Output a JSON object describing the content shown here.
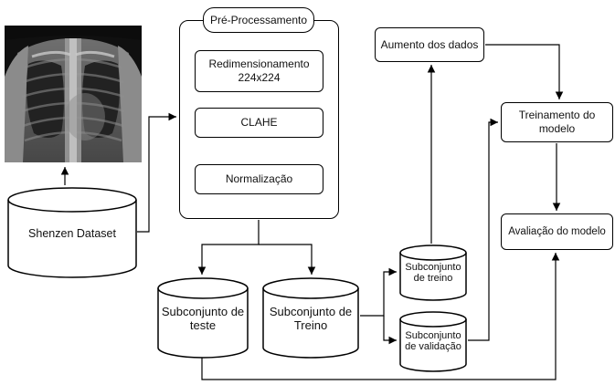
{
  "diagram": {
    "nodes": {
      "dataset": {
        "label": "Shenzen Dataset"
      },
      "preprocess": {
        "title": "Pré-Processamento",
        "steps": [
          {
            "label": "Redimensionamento 224x224"
          },
          {
            "label": "CLAHE"
          },
          {
            "label": "Normalização"
          }
        ]
      },
      "augmentation": {
        "label": "Aumento dos dados"
      },
      "training": {
        "label": "Treinamento do modelo"
      },
      "evaluation": {
        "label": "Avaliação do modelo"
      },
      "test_subset": {
        "label": "Subconjunto de teste"
      },
      "train_subset": {
        "label": "Subconjunto de Treino"
      },
      "train_subsubset": {
        "label": "Subconjunto de treino"
      },
      "validation_subset": {
        "label": "Subconjunto de validação"
      }
    },
    "xray_image": {
      "name": "chest-xray-thumbnail"
    },
    "colors": {
      "stroke": "#000000",
      "node_fill": "#ffffff",
      "background": "#ffffff",
      "text": "#111111"
    }
  }
}
